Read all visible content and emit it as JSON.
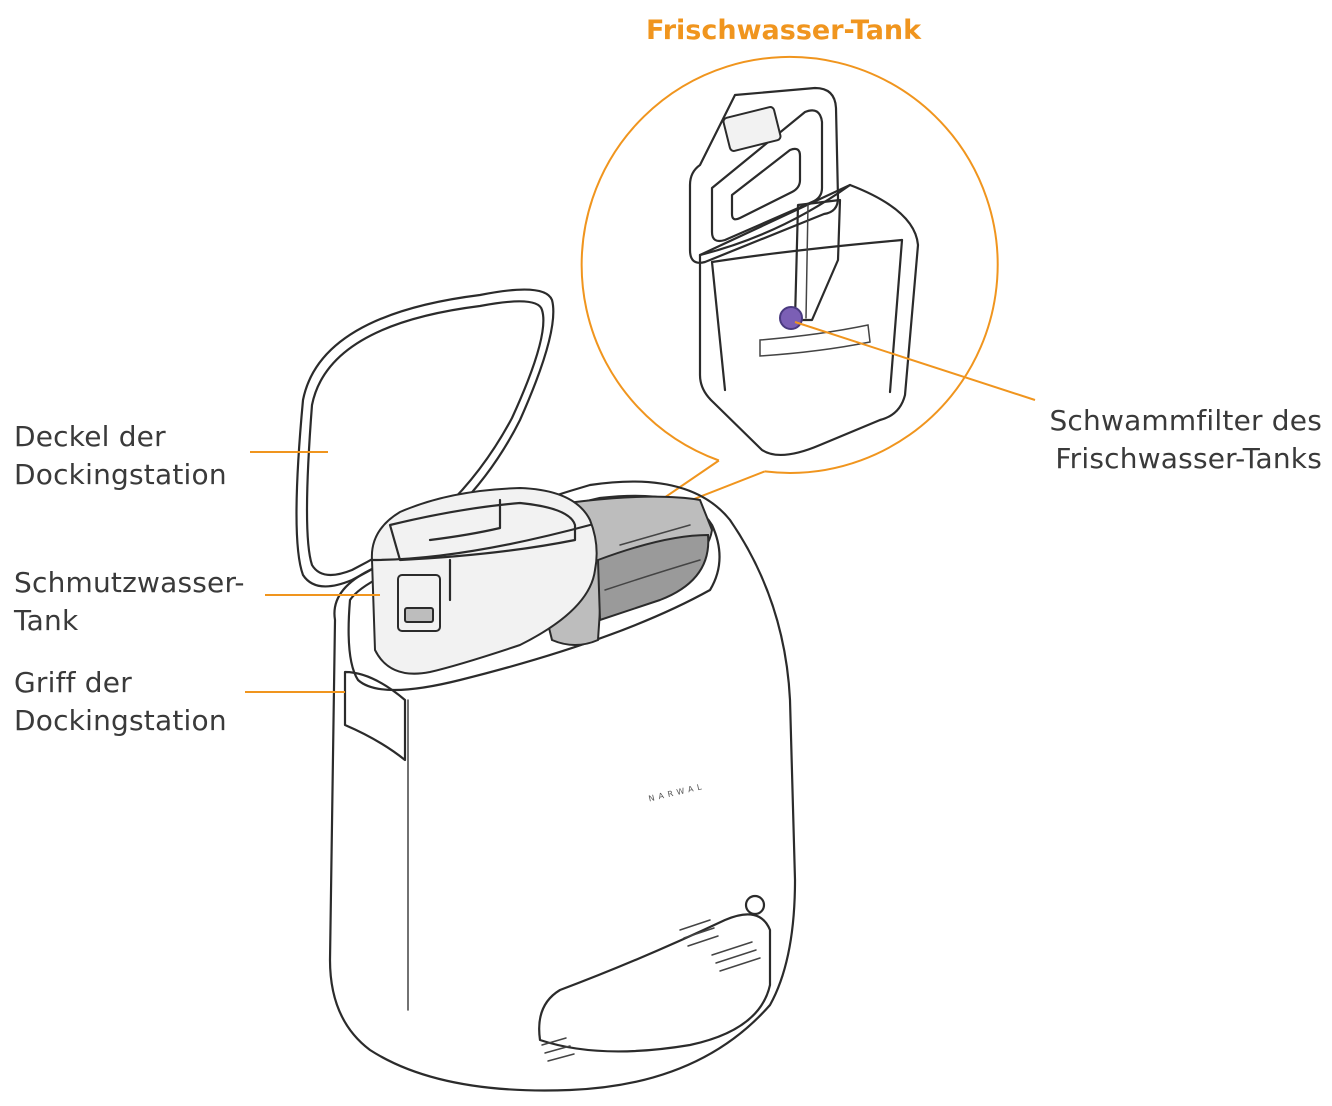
{
  "colors": {
    "accent": "#f0951e",
    "filter": "#7b5fb5",
    "text": "#3a3a3a",
    "outline": "#2b2b2b"
  },
  "callout": {
    "title": "Frischwasser-Tank"
  },
  "labels": {
    "lid": {
      "line1": "Deckel der",
      "line2": "Dockingstation"
    },
    "dirty_tank": {
      "line1": "Schmutzwasser-",
      "line2": "Tank"
    },
    "handle": {
      "line1": "Griff der",
      "line2": "Dockingstation"
    },
    "sponge_filter": {
      "line1": "Schwammfilter des",
      "line2": "Frischwasser-Tanks"
    }
  },
  "brand": "NARWAL"
}
